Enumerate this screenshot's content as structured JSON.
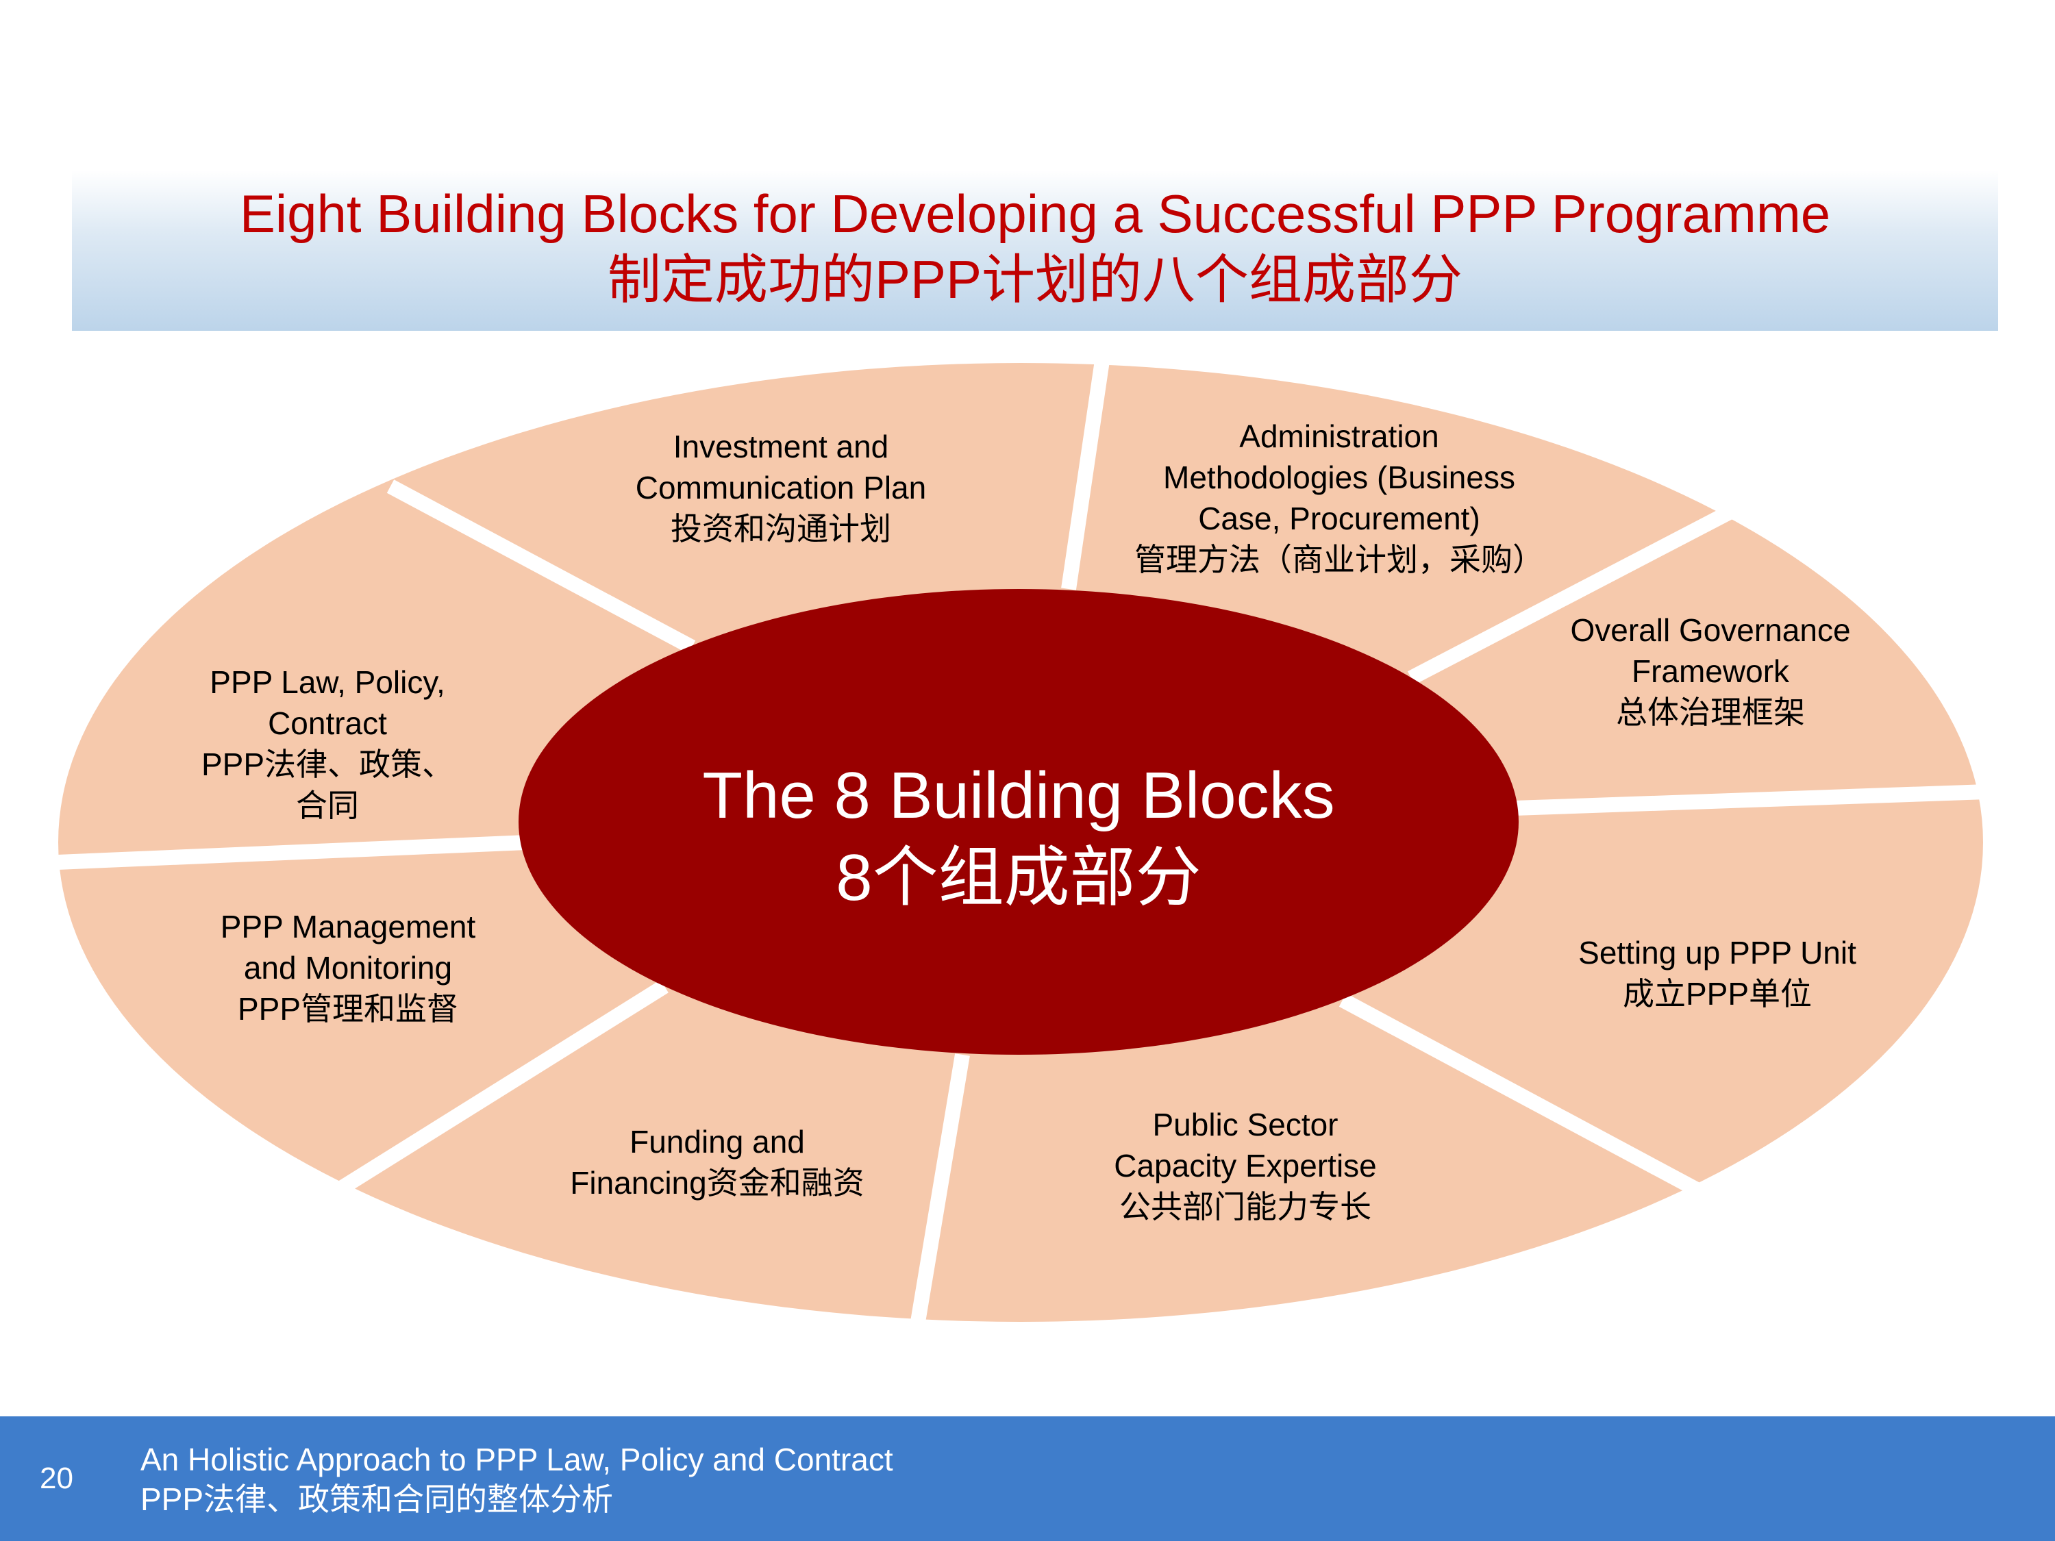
{
  "title": {
    "en": "Eight Building Blocks for Developing a Successful PPP Programme",
    "cn": "制定成功的PPP计划的八个组成部分"
  },
  "colors": {
    "segment_fill": "#f6c9ac",
    "center_fill": "#990000",
    "title_text": "#c00000",
    "footer_bg": "#3f7dcb"
  },
  "center": {
    "line1": "The 8 Building Blocks",
    "line2": "8个组成部分"
  },
  "segments": [
    {
      "lines": [
        "Investment and",
        "Communication Plan",
        "投资和沟通计划"
      ]
    },
    {
      "lines": [
        "Administration",
        "Methodologies (Business",
        "Case, Procurement)",
        "管理方法（商业计划，采购）"
      ]
    },
    {
      "lines": [
        "Overall Governance",
        "Framework",
        "总体治理框架"
      ]
    },
    {
      "lines": [
        "Setting up PPP Unit",
        "成立PPP单位"
      ]
    },
    {
      "lines": [
        "Public Sector",
        "Capacity Expertise",
        "公共部门能力专长"
      ]
    },
    {
      "lines": [
        "Funding and",
        "Financing资金和融资"
      ]
    },
    {
      "lines": [
        "PPP Management",
        "and Monitoring",
        "PPP管理和监督"
      ]
    },
    {
      "lines": [
        "PPP Law, Policy,",
        "Contract",
        "PPP法律、政策、",
        "合同"
      ]
    }
  ],
  "footer": {
    "page_number": "20",
    "line1": "An Holistic Approach to PPP  Law, Policy and Contract",
    "line2": "PPP法律、政策和合同的整体分析"
  }
}
